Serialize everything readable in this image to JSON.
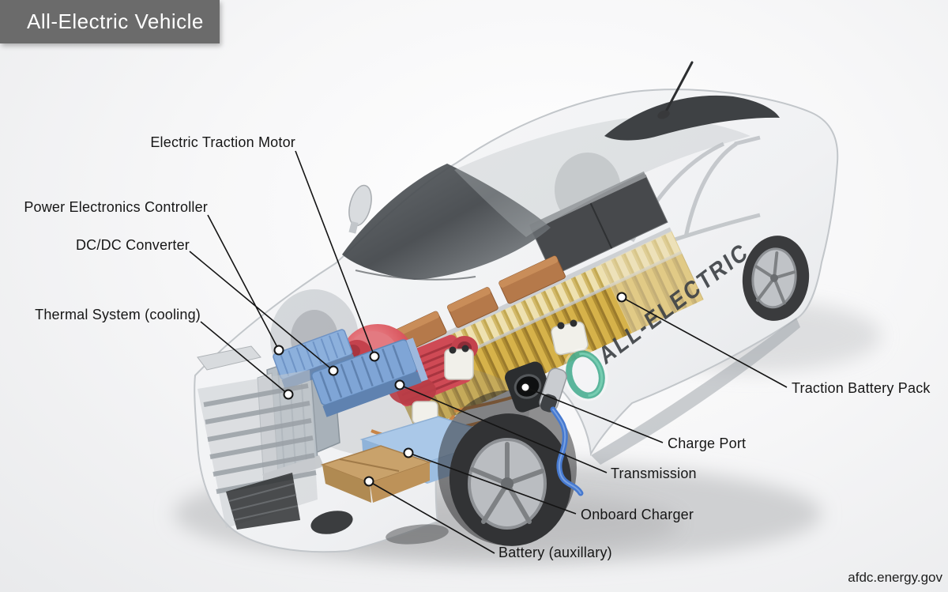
{
  "title_banner": {
    "text": "All-Electric Vehicle"
  },
  "watermark": {
    "text": "afdc.energy.gov"
  },
  "vehicle": {
    "decal_text": "ALL-ELECTRIC",
    "description": "Cutaway illustration of an all-electric sedan showing powertrain components"
  },
  "labels": {
    "electric_traction_motor": "Electric Traction Motor",
    "power_electronics_controller": "Power Electronics Controller",
    "dcdc_converter": "DC/DC Converter",
    "thermal_system": "Thermal System (cooling)",
    "traction_battery_pack": "Traction Battery Pack",
    "charge_port": "Charge Port",
    "transmission": "Transmission",
    "onboard_charger": "Onboard Charger",
    "battery_auxiliary": "Battery (auxillary)"
  },
  "colors": {
    "banner_bg": "#6b6b6b",
    "banner_text": "#ffffff",
    "motor_red": "#d9565e",
    "battery_cell_gold": "#d6b24a",
    "copper_block": "#b5794a",
    "electronics_blue": "#8cb0dc",
    "dcdc_blue": "#7fa5d6",
    "onboard_charger_blue": "#aac8e8",
    "aux_battery_tan": "#c9a26b",
    "radiator_gray": "#b8c0c7",
    "charge_cable_blue": "#4679cf",
    "logo_green": "#3fa98c",
    "decal_gray": "#3f4347",
    "glass_dark": "#4a4e52",
    "leader_line": "#141414"
  }
}
